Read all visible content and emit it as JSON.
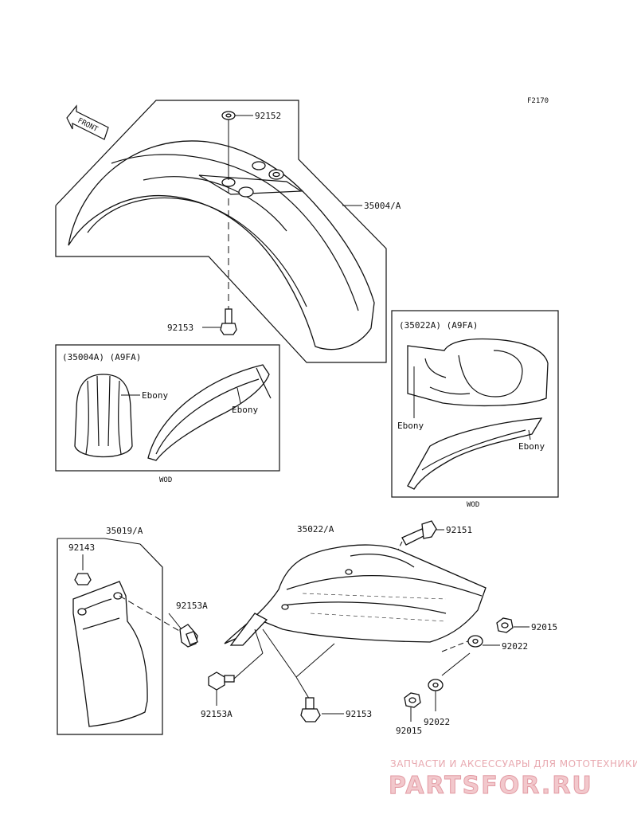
{
  "figure_code": "F2170",
  "front_arrow_label": "FRONT",
  "part_labels": {
    "p92152": "92152",
    "p35004A": "35004/A",
    "p92153_top": "92153",
    "p35019A": "35019/A",
    "p92143": "92143",
    "p92153A_left": "92153A",
    "p35022A": "35022/A",
    "p92151": "92151",
    "p92015_right": "92015",
    "p92022_right": "92022",
    "p92153A_bottom": "92153A",
    "p92153_bottom": "92153",
    "p92022_bottom": "92022",
    "p92015_bottom": "92015"
  },
  "variant_box_left": {
    "header": "(35004A) (A9FA)",
    "color_label_1": "Ebony",
    "color_label_2": "Ebony",
    "footer": "WOD"
  },
  "variant_box_right": {
    "header": "(35022A) (A9FA)",
    "color_label_1": "Ebony",
    "color_label_2": "Ebony",
    "footer": "WOD"
  },
  "watermark": {
    "tagline": "ЗАПЧАСТИ И АКСЕССУАРЫ ДЛЯ МОТОТЕХНИКИ",
    "logo": "PARTSFOR.RU"
  },
  "colors": {
    "line": "#111111",
    "watermark_fill": "#f2c8cc",
    "watermark_stroke": "#e29aa3"
  }
}
